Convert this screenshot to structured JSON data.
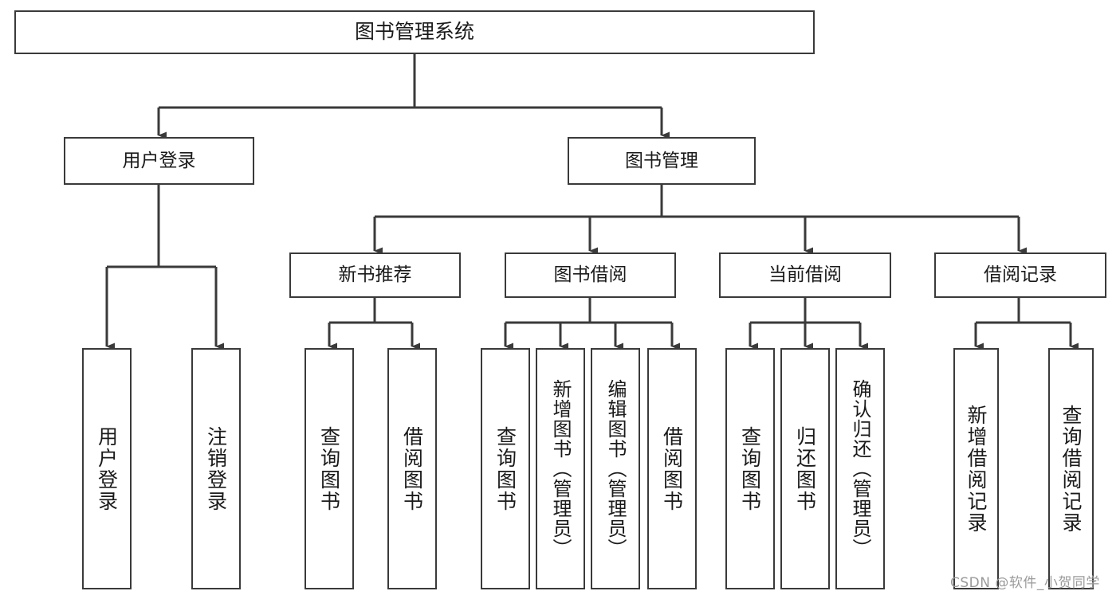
{
  "diagram": {
    "type": "hierarchy-tree",
    "title": "图书管理系统",
    "background_color": "#ffffff",
    "line_color": "#3a3a3a",
    "text_color": "#1a1a1a",
    "levels": 4
  },
  "root": {
    "label": "图书管理系统"
  },
  "level2": [
    {
      "label": "用户登录"
    },
    {
      "label": "图书管理"
    }
  ],
  "level3": [
    {
      "label": "新书推荐"
    },
    {
      "label": "图书借阅"
    },
    {
      "label": "当前借阅"
    },
    {
      "label": "借阅记录"
    }
  ],
  "leaves": {
    "user_login": [
      {
        "label": "用户登录"
      },
      {
        "label": "注销登录"
      }
    ],
    "new_book_recommend": [
      {
        "label": "查询图书"
      },
      {
        "label": "借阅图书"
      }
    ],
    "book_borrow": [
      {
        "label": "查询图书"
      },
      {
        "label": "新增图书（管理员）"
      },
      {
        "label": "编辑图书（管理员）"
      },
      {
        "label": "借阅图书"
      }
    ],
    "current_borrow": [
      {
        "label": "查询图书"
      },
      {
        "label": "归还图书"
      },
      {
        "label": "确认归还（管理员）"
      }
    ],
    "borrow_record": [
      {
        "label": "新增借阅记录"
      },
      {
        "label": "查询借阅记录"
      }
    ]
  },
  "watermark": {
    "text": "CSDN @软件_小贺同学"
  }
}
